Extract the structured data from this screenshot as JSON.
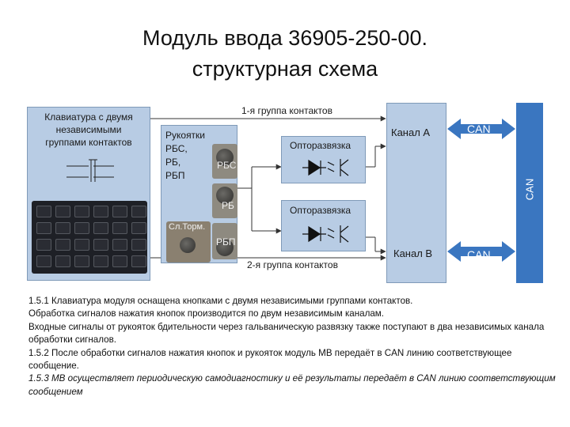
{
  "title": {
    "line1": "Модуль ввода  36905-250-00.",
    "line2": "структурная схема"
  },
  "keyboard": {
    "label_line1": "Клавиатура с двумя",
    "label_line2": "независимыми",
    "label_line3": "группами контактов"
  },
  "handles": {
    "label_line1": "Рукоятки",
    "label_line2": "РБС,",
    "label_line3": "РБ,",
    "label_line4": "РБП",
    "tag_rbs": "РБС",
    "tag_rb": "РБ",
    "tag_brake": "Сл.Торм.",
    "tag_rbp": "РБП"
  },
  "wires": {
    "group1": "1-я группа контактов",
    "group2": "2-я группа контактов"
  },
  "optocoupler": {
    "label_top": "Оптоpазвязка",
    "label_bottom": "Оптоpазвязка"
  },
  "channels": {
    "a": "Канал А",
    "b": "Канал В"
  },
  "can": {
    "top": "CAN",
    "bottom": "CAN",
    "bus": "CAN"
  },
  "description": [
    "1.5.1 Клавиатура модуля оснащена кнопками с двумя независимыми группами контактов.",
    "Обработка сигналов нажатия кнопок производится по двум независимым каналам.",
    "Входные сигналы от рукояток бдительности через гальваническую развязку также поступают в два независимых канала обработки сигналов.",
    "1.5.2 После обработки сигналов нажатия кнопок и рукояток модуль МВ передаёт в CAN линию соответствующее сообщение.",
    "1.5.3 МВ осуществляет периодическую самодиагностику и её результаты передаёт в CAN линию соответствующим сообщением"
  ],
  "colors": {
    "block_fill": "#b8cce4",
    "can_fill": "#3a76c0"
  }
}
